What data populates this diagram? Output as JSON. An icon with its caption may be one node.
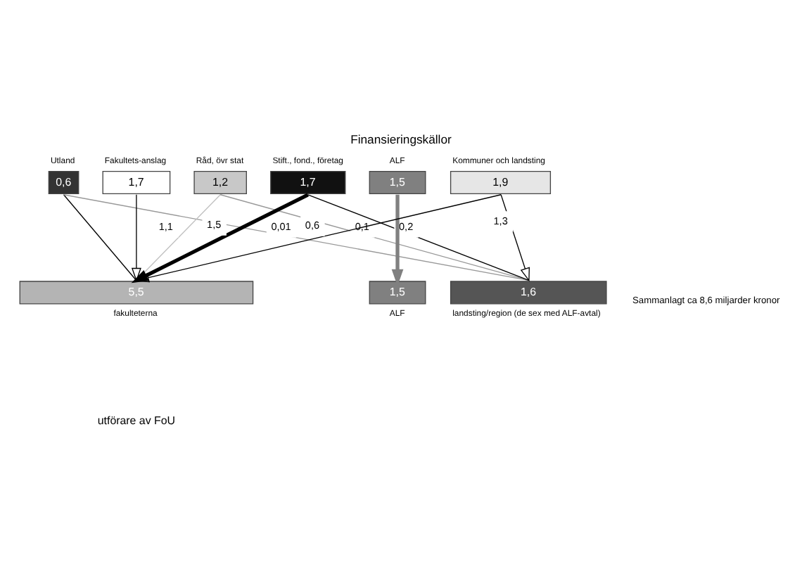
{
  "diagram": {
    "title": "Finansieringskällor",
    "caption": "utförare av FoU",
    "nodes": [
      {
        "text": [
          "Utland",
          "0,6"
        ]
      },
      {
        "text": [
          "Fakultets-anslag",
          "1,7"
        ]
      },
      {
        "text": [
          "Råd, övr stat",
          "1,2"
        ]
      },
      {
        "text": [
          "Stift., fond., företag",
          "1,7"
        ]
      },
      {
        "text": [
          "ALF",
          "1,5"
        ]
      },
      {
        "text": [
          "Kommuner och landsting",
          "1,9"
        ]
      },
      {
        "text": [
          "5,5",
          "fakulteterna"
        ]
      },
      {
        "text": [
          "1,5",
          "ALF"
        ]
      },
      {
        "text": [
          "1,6",
          "landsting/region (de sex med ALF-avtal)"
        ]
      }
    ],
    "edges": [
      {
        "from": 0,
        "to": 6,
        "arrow": "none"
      },
      {
        "from": 0,
        "to": 8,
        "arrow": "none",
        "label": "0,01",
        "color": "#999999"
      },
      {
        "from": 1,
        "to": 6,
        "arrow": "to"
      },
      {
        "from": 2,
        "to": 6,
        "arrow": "none",
        "label": "1,1",
        "color": "#c0c0c0"
      },
      {
        "from": 2,
        "to": 8,
        "arrow": "none",
        "label": "0,1",
        "color": "#999999"
      },
      {
        "from": 3,
        "to": 6,
        "arrow": "to",
        "label": "1,5",
        "style": "thick"
      },
      {
        "from": 3,
        "to": 8,
        "arrow": "none",
        "label": "0,2"
      },
      {
        "from": 4,
        "to": 7,
        "arrow": "to",
        "color": "#808080",
        "style": "thick"
      },
      {
        "from": 5,
        "to": 6,
        "arrow": "to",
        "label": "0,6"
      },
      {
        "from": 5,
        "to": 8,
        "arrow": "to",
        "label": "1,3"
      }
    ],
    "labels": [
      "Sammanlagt ca 8,6 miljarder kronor"
    ]
  }
}
